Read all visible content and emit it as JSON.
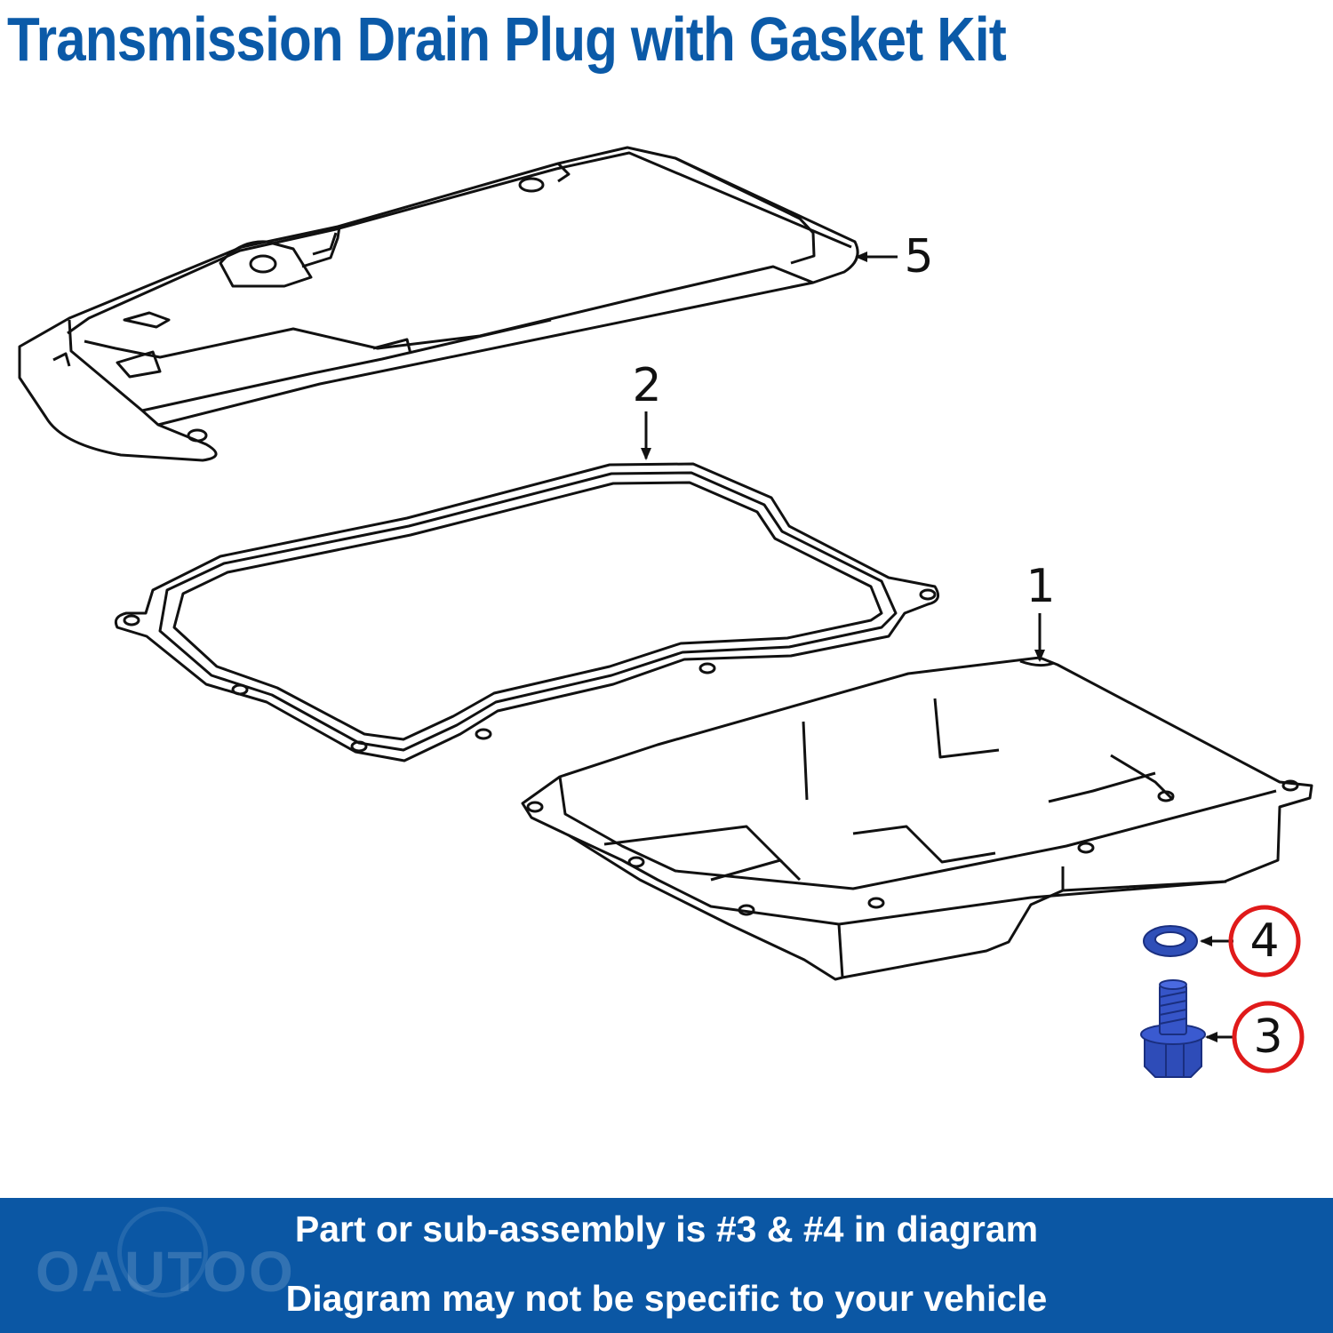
{
  "header": {
    "title": "Transmission Drain  Plug with Gasket Kit"
  },
  "diagram": {
    "callouts": [
      {
        "label": "5",
        "part": "transmission-filter"
      },
      {
        "label": "2",
        "part": "pan-gasket"
      },
      {
        "label": "1",
        "part": "oil-pan"
      },
      {
        "label": "4",
        "part": "drain-plug-gasket",
        "highlighted": true
      },
      {
        "label": "3",
        "part": "drain-plug",
        "highlighted": true
      }
    ],
    "highlight_color": "#e01a1a",
    "part_color": "#2f4fb8"
  },
  "footer": {
    "line1": "Part or sub-assembly is #3 & #4 in diagram",
    "line2": "Diagram may not be specific to your vehicle",
    "watermark": "OAUTOO",
    "background": "#0b57a4"
  }
}
